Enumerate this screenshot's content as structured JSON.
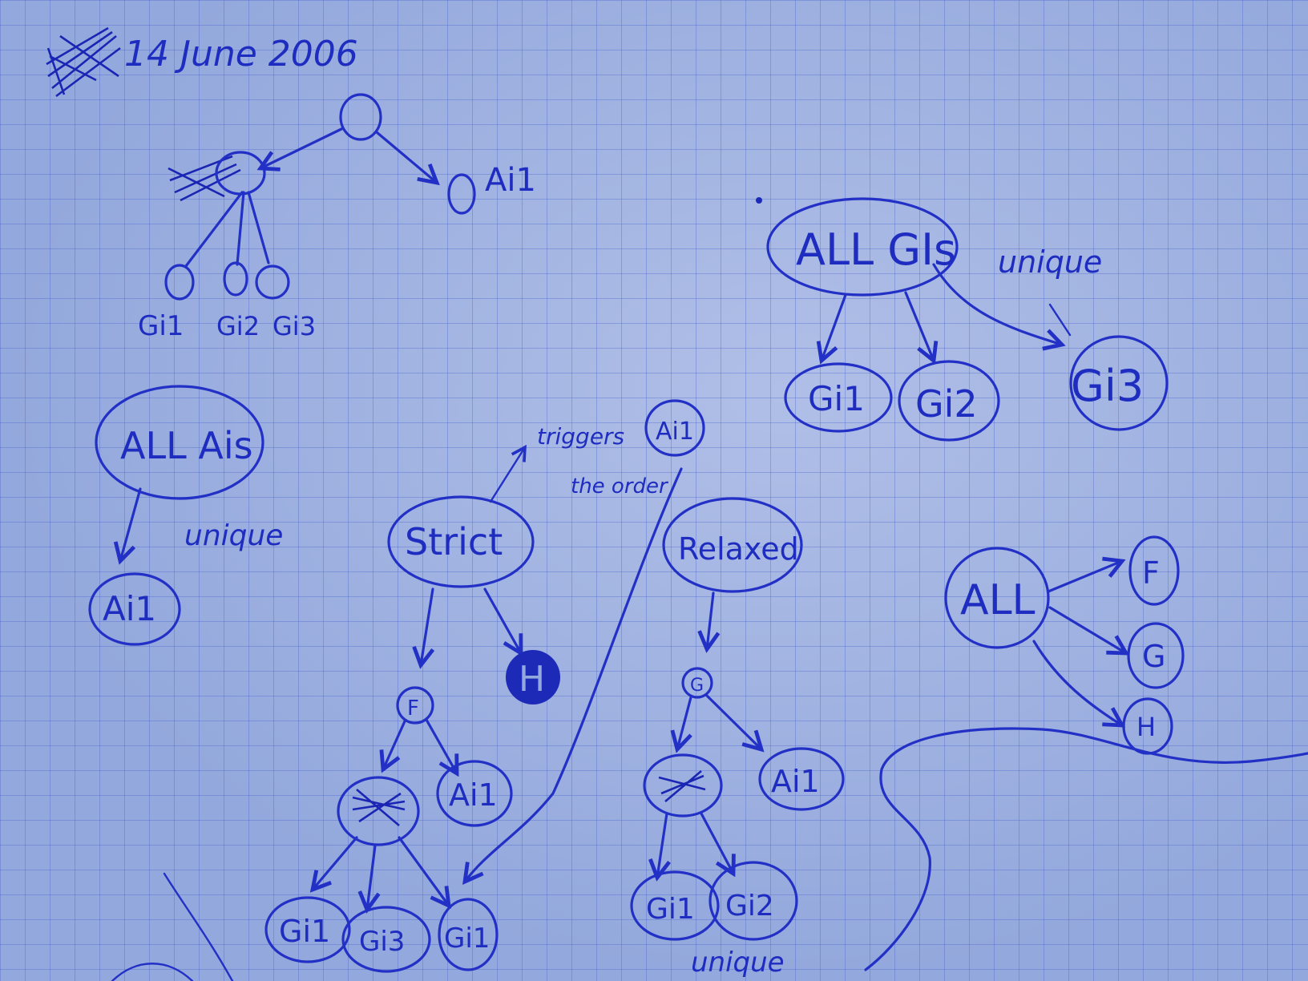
{
  "date": "14 June 2006",
  "top_tree": {
    "right_leaf": "Ai1",
    "leaves": [
      "Gi1",
      "Gi2",
      "Gi3"
    ]
  },
  "all_gis": {
    "root": "ALL GIs",
    "children": [
      "Gi1",
      "Gi2",
      "Gi3"
    ],
    "annotation": "unique"
  },
  "all_ais": {
    "root": "ALL Ais",
    "child": "Ai1",
    "annotation": "unique"
  },
  "strict": {
    "root": "Strict",
    "annotation_line1": "triggers",
    "annotation_line2": "the order",
    "annotation_node": "Ai1",
    "children": [
      "F",
      "H"
    ],
    "f_children": [
      "Ai1"
    ],
    "leaves": [
      "Gi1",
      "Gi3",
      "Gi1"
    ]
  },
  "relaxed": {
    "root": "Relaxed",
    "child": "G",
    "g_children": [
      "Ai1"
    ],
    "leaves": [
      "Gi1",
      "Gi2"
    ],
    "annotation": "unique"
  },
  "all_fgh": {
    "root": "ALL",
    "children": [
      "F",
      "G",
      "H"
    ]
  }
}
